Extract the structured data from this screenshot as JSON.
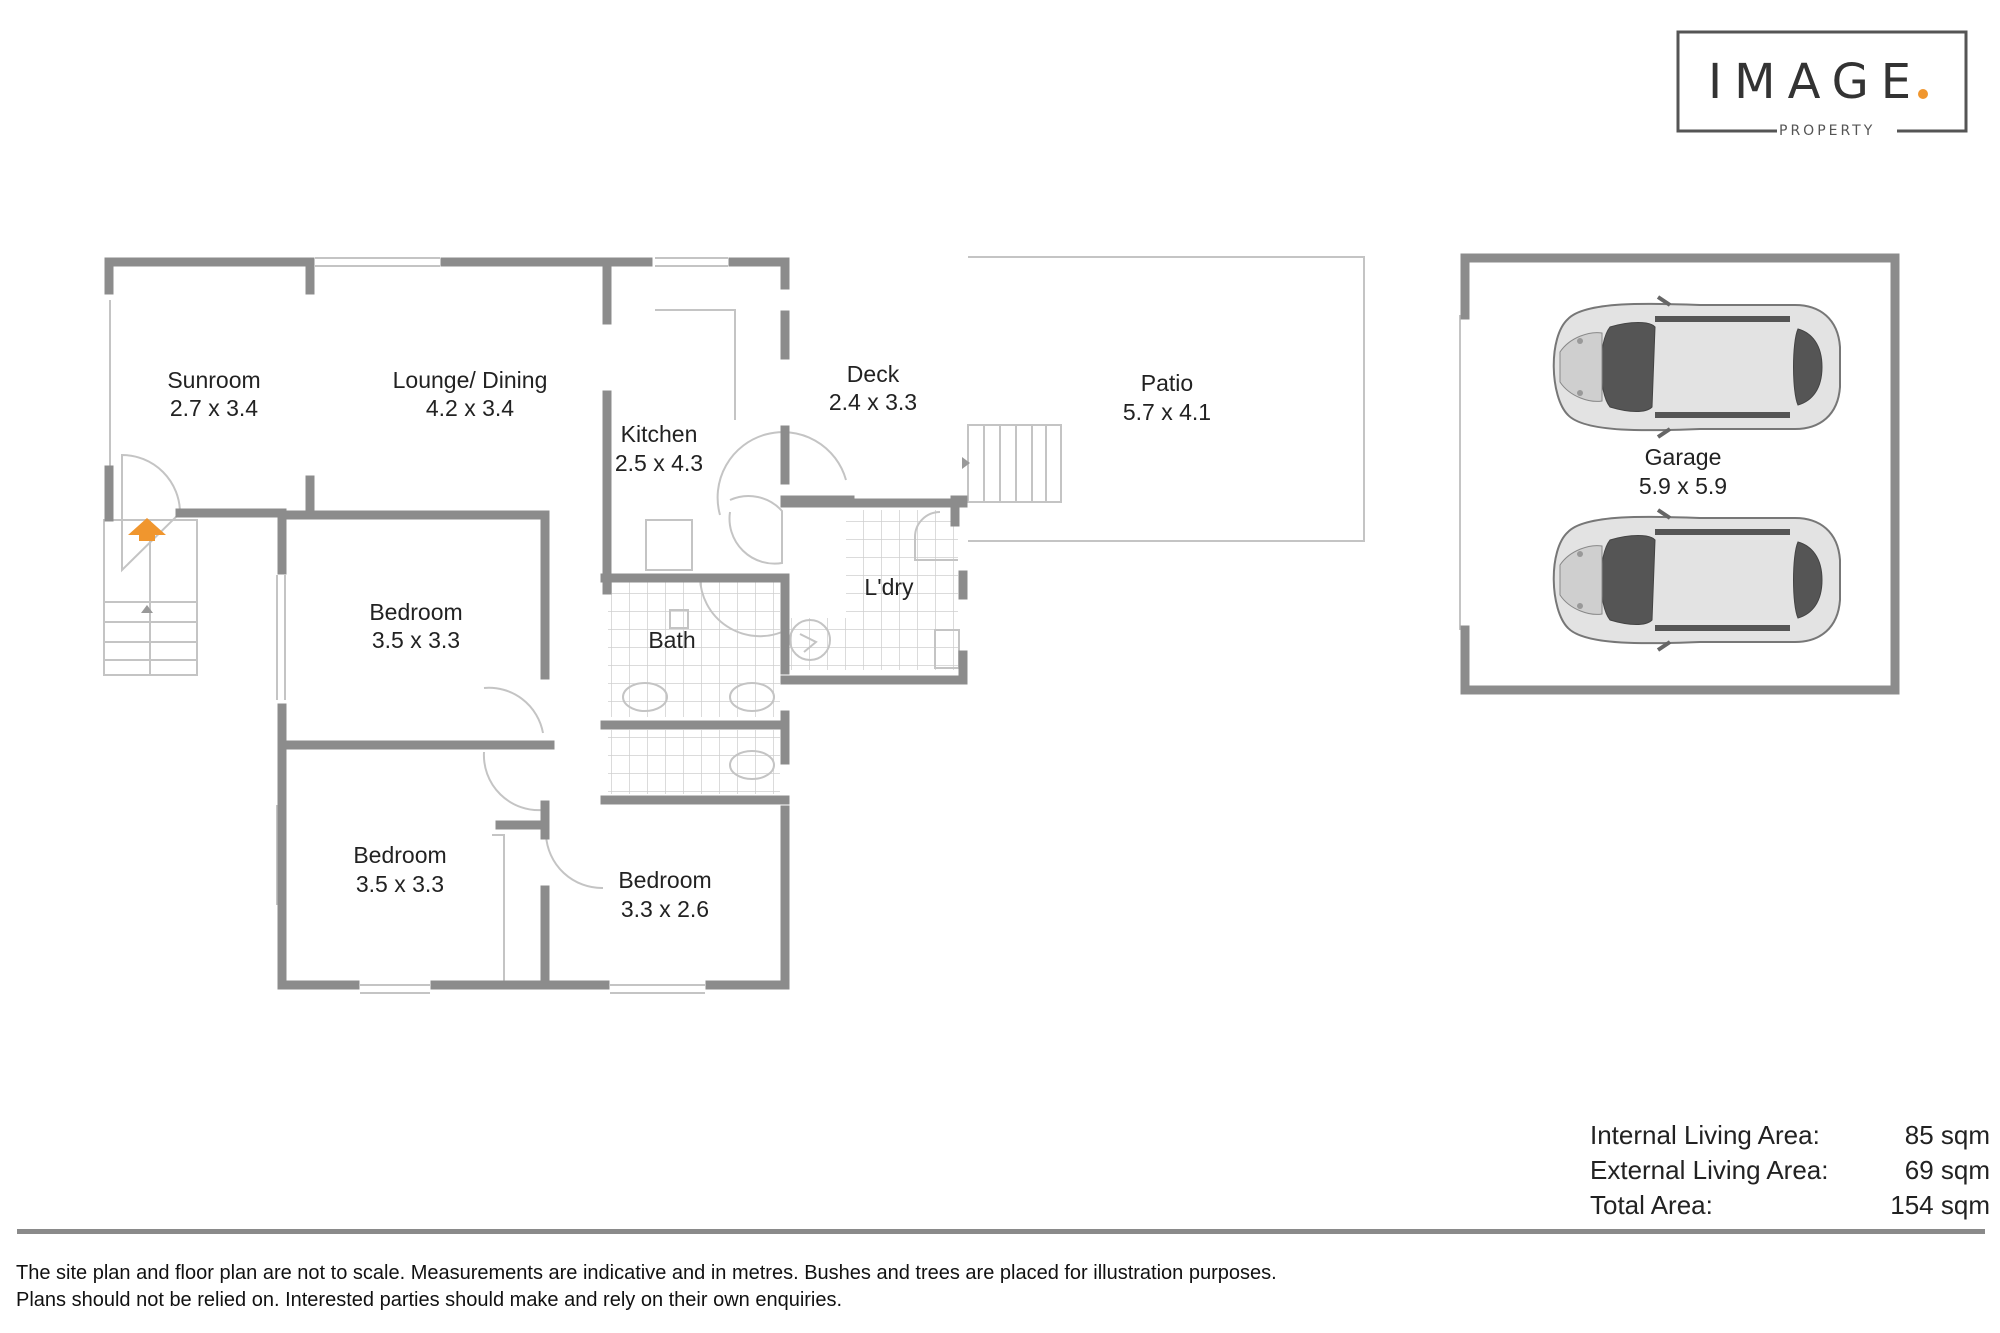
{
  "logo": {
    "main": "IMAGE",
    "sub": "PROPERTY",
    "accent_color": "#f0962e"
  },
  "rooms": {
    "sunroom": {
      "name": "Sunroom",
      "dims": "2.7 x 3.4"
    },
    "lounge": {
      "name": "Lounge/ Dining",
      "dims": "4.2 x 3.4"
    },
    "kitchen": {
      "name": "Kitchen",
      "dims": "2.5 x 4.3"
    },
    "deck": {
      "name": "Deck",
      "dims": "2.4 x 3.3"
    },
    "patio": {
      "name": "Patio",
      "dims": "5.7 x 4.1"
    },
    "garage": {
      "name": "Garage",
      "dims": "5.9 x 5.9"
    },
    "bedroom1": {
      "name": "Bedroom",
      "dims": "3.5 x 3.3"
    },
    "bedroom2": {
      "name": "Bedroom",
      "dims": "3.5 x 3.3"
    },
    "bedroom3": {
      "name": "Bedroom",
      "dims": "3.3 x 2.6"
    },
    "bath": {
      "name": "Bath"
    },
    "laundry": {
      "name": "L'dry"
    }
  },
  "areas": [
    {
      "label": "Internal Living Area:",
      "value": "85 sqm"
    },
    {
      "label": "External Living Area:",
      "value": "69 sqm"
    },
    {
      "label": "Total Area:",
      "value": "154 sqm"
    }
  ],
  "disclaimer": {
    "line1": "The site plan and floor plan are not to scale. Measurements are indicative and in metres. Bushes and trees are placed for illustration purposes.",
    "line2": "Plans should not be relied on. Interested parties should make and rely on their own enquiries."
  },
  "colors": {
    "wall": "#8c8c8c",
    "thin_line": "#c4c4c4",
    "entry_arrow": "#f0962e"
  },
  "icons": [
    "entry-arrow-icon",
    "car-icon"
  ]
}
